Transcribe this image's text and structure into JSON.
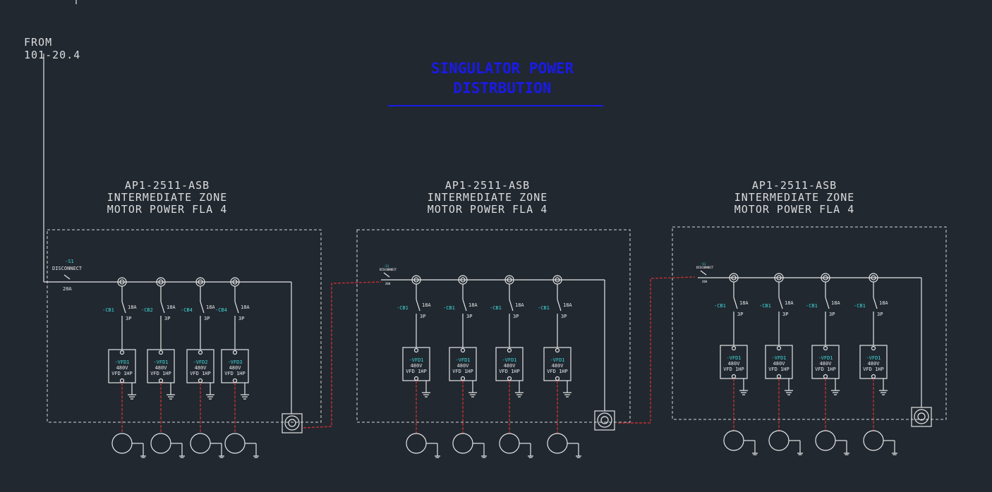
{
  "title": {
    "line1": "SINGULATOR POWER",
    "line2": "DISTRBUTION",
    "color": "#1a1ae8"
  },
  "source": {
    "line1": "FROM",
    "line2": "101-20.4"
  },
  "disconnect": {
    "tag": "-S1",
    "label": "DISCONNECT",
    "rating": "20A"
  },
  "panels": [
    {
      "header": [
        "AP1-2511-ASB",
        "INTERMEDIATE ZONE",
        "MOTOR POWER FLA 4"
      ],
      "breakers": [
        {
          "tag": "-CB1",
          "rating": "18A",
          "poles": "3P"
        },
        {
          "tag": "-CB2",
          "rating": "18A",
          "poles": "3P"
        },
        {
          "tag": "-CB4",
          "rating": "18A",
          "poles": "3P"
        },
        {
          "tag": "-CB4",
          "rating": "18A",
          "poles": "3P"
        }
      ],
      "vfds": [
        {
          "tag": "-VFD1",
          "voltage": "480V",
          "desc": "VFD 1HP"
        },
        {
          "tag": "-VFD1",
          "voltage": "480V",
          "desc": "VFD 1HP"
        },
        {
          "tag": "-VFD2",
          "voltage": "480V",
          "desc": "VFD 1HP"
        },
        {
          "tag": "-VFD3",
          "voltage": "480V",
          "desc": "VFD 1HP"
        }
      ]
    },
    {
      "header": [
        "AP1-2511-ASB",
        "INTERMEDIATE ZONE",
        "MOTOR POWER FLA 4"
      ],
      "breakers": [
        {
          "tag": "-CB1",
          "rating": "18A",
          "poles": "3P"
        },
        {
          "tag": "-CB1",
          "rating": "18A",
          "poles": "3P"
        },
        {
          "tag": "-CB1",
          "rating": "18A",
          "poles": "3P"
        },
        {
          "tag": "-CB1",
          "rating": "18A",
          "poles": "3P"
        }
      ],
      "vfds": [
        {
          "tag": "-VFD1",
          "voltage": "480V",
          "desc": "VFD 1HP"
        },
        {
          "tag": "-VFD1",
          "voltage": "480V",
          "desc": "VFD 1HP"
        },
        {
          "tag": "-VFD1",
          "voltage": "480V",
          "desc": "VFD 1HP"
        },
        {
          "tag": "-VFD1",
          "voltage": "480V",
          "desc": "VFD 1HP"
        }
      ]
    },
    {
      "header": [
        "AP1-2511-ASB",
        "INTERMEDIATE ZONE",
        "MOTOR POWER FLA 4"
      ],
      "breakers": [
        {
          "tag": "-CB1",
          "rating": "18A",
          "poles": "3P"
        },
        {
          "tag": "-CB1",
          "rating": "18A",
          "poles": "3P"
        },
        {
          "tag": "-CB1",
          "rating": "18A",
          "poles": "3P"
        },
        {
          "tag": "-CB1",
          "rating": "18A",
          "poles": "3P"
        }
      ],
      "vfds": [
        {
          "tag": "-VFD1",
          "voltage": "480V",
          "desc": "VFD 1HP"
        },
        {
          "tag": "-VFD1",
          "voltage": "480V",
          "desc": "VFD 1HP"
        },
        {
          "tag": "-VFD1",
          "voltage": "480V",
          "desc": "VFD 1HP"
        },
        {
          "tag": "-VFD1",
          "voltage": "480V",
          "desc": "VFD 1HP"
        }
      ]
    }
  ]
}
